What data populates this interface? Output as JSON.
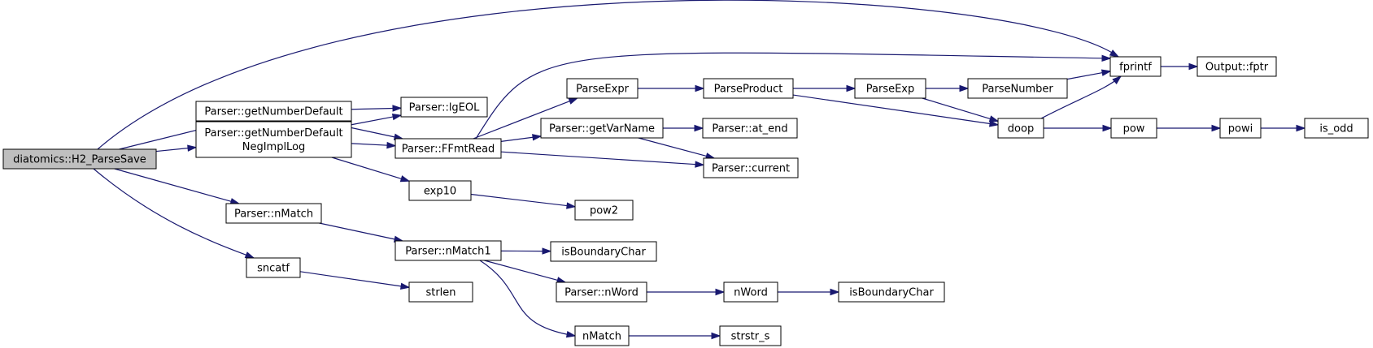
{
  "colors": {
    "edge": "#191970",
    "node_fill": "#ffffff",
    "root_fill": "#bfbfbf",
    "node_border": "#000000"
  },
  "nodes": [
    {
      "id": "h2",
      "lines": [
        "diatomics::H2_ParseSave"
      ],
      "root": true
    },
    {
      "id": "gnd",
      "lines": [
        "Parser::getNumberDefault"
      ]
    },
    {
      "id": "gndn",
      "lines": [
        "Parser::getNumberDefault",
        "NegImplLog"
      ]
    },
    {
      "id": "nmatch",
      "lines": [
        "Parser::nMatch"
      ]
    },
    {
      "id": "sncatf",
      "lines": [
        "sncatf"
      ]
    },
    {
      "id": "lgeol",
      "lines": [
        "Parser::lgEOL"
      ]
    },
    {
      "id": "ffmt",
      "lines": [
        "Parser::FFmtRead"
      ]
    },
    {
      "id": "exp10",
      "lines": [
        "exp10"
      ]
    },
    {
      "id": "nmatch1",
      "lines": [
        "Parser::nMatch1"
      ]
    },
    {
      "id": "strlen",
      "lines": [
        "strlen"
      ]
    },
    {
      "id": "parseexpr",
      "lines": [
        "ParseExpr"
      ]
    },
    {
      "id": "getvarname",
      "lines": [
        "Parser::getVarName"
      ]
    },
    {
      "id": "pow2",
      "lines": [
        "pow2"
      ]
    },
    {
      "id": "isbc1",
      "lines": [
        "isBoundaryChar"
      ]
    },
    {
      "id": "pnword",
      "lines": [
        "Parser::nWord"
      ]
    },
    {
      "id": "nmatchg",
      "lines": [
        "nMatch"
      ]
    },
    {
      "id": "parseproduct",
      "lines": [
        "ParseProduct"
      ]
    },
    {
      "id": "atend",
      "lines": [
        "Parser::at_end"
      ]
    },
    {
      "id": "current",
      "lines": [
        "Parser::current"
      ]
    },
    {
      "id": "nword",
      "lines": [
        "nWord"
      ]
    },
    {
      "id": "strstr",
      "lines": [
        "strstr_s"
      ]
    },
    {
      "id": "parseexp",
      "lines": [
        "ParseExp"
      ]
    },
    {
      "id": "isbc2",
      "lines": [
        "isBoundaryChar"
      ]
    },
    {
      "id": "parsenumber",
      "lines": [
        "ParseNumber"
      ]
    },
    {
      "id": "doop",
      "lines": [
        "doop"
      ]
    },
    {
      "id": "fprintf",
      "lines": [
        "fprintf"
      ]
    },
    {
      "id": "pow",
      "lines": [
        "pow"
      ]
    },
    {
      "id": "fptr",
      "lines": [
        "Output::fptr"
      ]
    },
    {
      "id": "powi",
      "lines": [
        "powi"
      ]
    },
    {
      "id": "isodd",
      "lines": [
        "is_odd"
      ]
    }
  ],
  "edges": [
    [
      "h2",
      "fprintf"
    ],
    [
      "h2",
      "gnd"
    ],
    [
      "h2",
      "gndn"
    ],
    [
      "h2",
      "nmatch"
    ],
    [
      "h2",
      "sncatf"
    ],
    [
      "gnd",
      "lgeol"
    ],
    [
      "gnd",
      "ffmt"
    ],
    [
      "gndn",
      "lgeol"
    ],
    [
      "gndn",
      "ffmt"
    ],
    [
      "gndn",
      "exp10"
    ],
    [
      "nmatch",
      "nmatch1"
    ],
    [
      "sncatf",
      "strlen"
    ],
    [
      "ffmt",
      "fprintf"
    ],
    [
      "ffmt",
      "parseexpr"
    ],
    [
      "ffmt",
      "getvarname"
    ],
    [
      "ffmt",
      "current"
    ],
    [
      "exp10",
      "pow2"
    ],
    [
      "nmatch1",
      "isbc1"
    ],
    [
      "nmatch1",
      "pnword"
    ],
    [
      "nmatch1",
      "nmatchg"
    ],
    [
      "parseexpr",
      "parseproduct"
    ],
    [
      "getvarname",
      "atend"
    ],
    [
      "getvarname",
      "current"
    ],
    [
      "pnword",
      "nword"
    ],
    [
      "nmatchg",
      "strstr"
    ],
    [
      "parseproduct",
      "parseexp"
    ],
    [
      "parseproduct",
      "doop"
    ],
    [
      "nword",
      "isbc2"
    ],
    [
      "parseexp",
      "parsenumber"
    ],
    [
      "parseexp",
      "doop"
    ],
    [
      "parsenumber",
      "fprintf"
    ],
    [
      "doop",
      "fprintf"
    ],
    [
      "doop",
      "pow"
    ],
    [
      "fprintf",
      "fptr"
    ],
    [
      "pow",
      "powi"
    ],
    [
      "powi",
      "isodd"
    ]
  ]
}
